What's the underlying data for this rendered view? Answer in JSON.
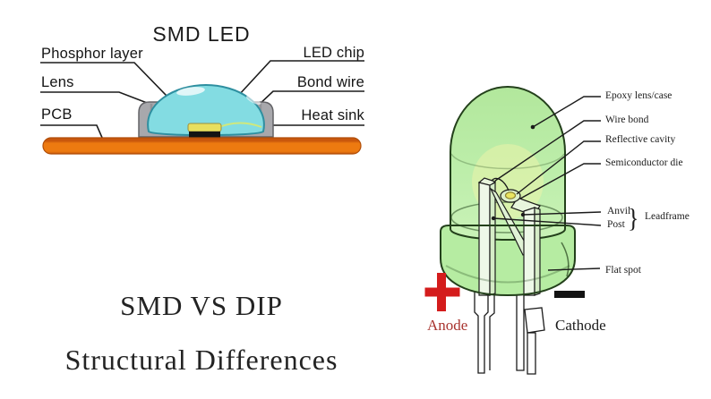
{
  "smd": {
    "title": "SMD LED",
    "labels": {
      "phosphor": "Phosphor layer",
      "lens": "Lens",
      "pcb": "PCB",
      "led_chip": "LED chip",
      "bond_wire": "Bond wire",
      "heat_sink": "Heat sink"
    }
  },
  "dip": {
    "labels": {
      "epoxy": "Epoxy lens/case",
      "wire_bond": "Wire bond",
      "reflective_cavity": "Reflective cavity",
      "semiconductor_die": "Semiconductor die",
      "anvil": "Anvil",
      "post": "Post",
      "brace": "}",
      "leadframe": "Leadframe",
      "flat_spot": "Flat spot",
      "anode": "Anode",
      "cathode": "Cathode"
    },
    "icons": {
      "anode_polarity": "plus",
      "cathode_polarity": "minus"
    }
  },
  "heading": {
    "line1": "SMD VS DIP",
    "line2": "Structural Differences"
  },
  "colors": {
    "pcb_orange": "#ed7a10",
    "pcb_edge": "#b04e09",
    "heatsink_gray": "#a8a8ac",
    "heatsink_edge": "#636367",
    "lens_cyan": "#83dce2",
    "lens_edge": "#2e8fa0",
    "phosphor_yellow": "#e8df5e",
    "chip_black": "#141414",
    "bond_wire": "#cfe87d",
    "epoxy_green": "#bdeeaa",
    "epoxy_edge": "#23401b",
    "flange_green": "#b6eca2",
    "die_yellow": "#e9e462",
    "anode_red": "#d41c1c",
    "anode_text": "#a93530",
    "ink": "#1b1b1b"
  }
}
